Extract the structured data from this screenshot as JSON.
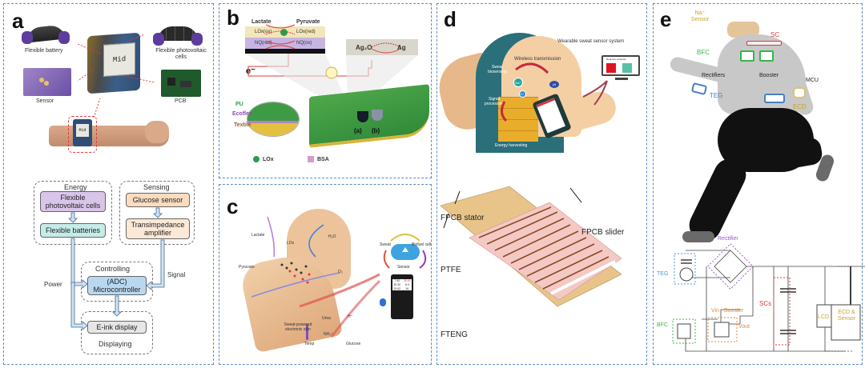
{
  "panels": {
    "a": {
      "label": "a",
      "photo_labels": {
        "flexible_battery": "Flexible battery",
        "flexible_pv": "Flexible photovoltaic cells",
        "sensor": "Sensor",
        "pcb": "PCB",
        "display_text": "Mid",
        "wrist_display_text": "Mid"
      },
      "flowchart": {
        "groups": {
          "energy": "Energy",
          "sensing": "Sensing",
          "controlling": "Controlling",
          "displaying": "Displaying"
        },
        "boxes": {
          "pv_cells": "Flexible photovoltaic cells",
          "batteries": "Flexible batteries",
          "glucose": "Glucose sensor",
          "tia": "Transimpedance amplifier",
          "mcu": "(ADC) Microcontroller",
          "eink": "E-ink display"
        },
        "arrows": {
          "power": "Power",
          "signal": "Signal"
        },
        "colors": {
          "pv": "#d9c5ea",
          "batteries": "#c4ece8",
          "glucose": "#fbdcc0",
          "tia": "#fbe8d6",
          "mcu": "#b9d8f0",
          "eink": "#e6e6e6"
        }
      }
    },
    "b": {
      "label": "b",
      "reaction": {
        "lactate": "Lactate",
        "pyruvate": "Pyruvate",
        "lox_ox": "LOx(ox)",
        "lox_red": "LOx(red)",
        "nq_red": "NQ(red)",
        "nq_ox": "NQ(ox)",
        "electron": "e⁻",
        "ag2o": "Ag₂O",
        "ag": "Ag"
      },
      "layers": {
        "pu": "PU",
        "ecoflex": "Ecoflex",
        "textile": "Textile"
      },
      "electrodes": {
        "a": "(a)",
        "b": "(b)"
      },
      "legend": {
        "lox": "LOx",
        "bsa": "BSA"
      }
    },
    "c": {
      "label": "c",
      "molecules": {
        "lactate": "Lactate",
        "pyruvate": "Pyruvate",
        "lox": "LOx",
        "h2o": "H₂O",
        "o2": "O₂",
        "urea": "Urea",
        "nh4": "NH₄⁺",
        "h_plus": "H⁺",
        "glucose": "Glucose",
        "temp": "Temp"
      },
      "skin_label": "Sweat-powered electronic skin",
      "cycle": {
        "sweat": "Sweat",
        "biofuel": "Biofuel cell",
        "sensor": "Sensor"
      },
      "phone_readings": [
        "7.90",
        "28.92",
        "30.30",
        "6.9",
        "20.62",
        "16"
      ]
    },
    "d": {
      "label": "d",
      "top": {
        "title": "Wearable sweat sensor system",
        "wireless": "Wireless transmission",
        "sweat_biosensing": "Sweat biosensing",
        "signal_processing": "Signal processing",
        "energy_harvesting": "Energy harvesting",
        "monitor_title": "Real-time analysis",
        "ion1": "Na⁺",
        "ion2": "K⁺",
        "ion3": "pH"
      },
      "bottom": {
        "stator": "FPCB stator",
        "slider": "FPCB slider",
        "ptfe": "PTFE",
        "fteng": "FTENG"
      }
    },
    "e": {
      "label": "e",
      "body_labels": {
        "na_sensor": "Na⁺ Sensor",
        "sc": "SC",
        "bfc": "BFC",
        "rectifiers": "Rectifiers",
        "booster": "Booster",
        "mcu": "MCU",
        "teg": "TEG",
        "ecd": "ECD"
      },
      "circuit": {
        "rectifier": "Rectifier",
        "teg": "TEG",
        "bfc": "BFC",
        "vin": "Vin",
        "booster": "Booster",
        "vout": "Vout",
        "scs": "SCs",
        "lcd": "LCD",
        "ecd_sensor": "ECD & Sensor"
      },
      "colors": {
        "na_sensor": "#c9a227",
        "sc": "#e0393a",
        "bfc": "#3cb54a",
        "teg": "#4a7fc1",
        "ecd": "#c9a227",
        "rectifier": "#9a59c4",
        "booster": "#e08a3c"
      }
    }
  }
}
